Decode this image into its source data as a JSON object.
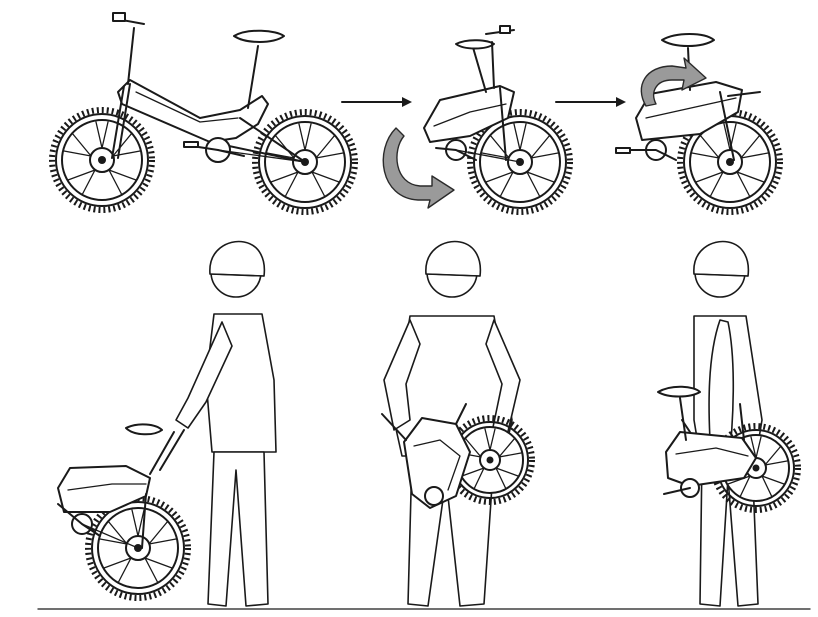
{
  "figure": {
    "steps_row": [
      "unfolded-bike",
      "half-folded-bike",
      "fully-folded-bike"
    ],
    "carry_row": [
      "rolling-folded-bike",
      "carrying-bike-front",
      "carrying-bike-side"
    ],
    "colors": {
      "line": "#1a1a1a",
      "arrow_fill": "#9a9a9a",
      "background": "#ffffff"
    },
    "icons": [
      "right-arrow-icon",
      "fold-down-arrow-icon",
      "fold-over-arrow-icon"
    ]
  }
}
